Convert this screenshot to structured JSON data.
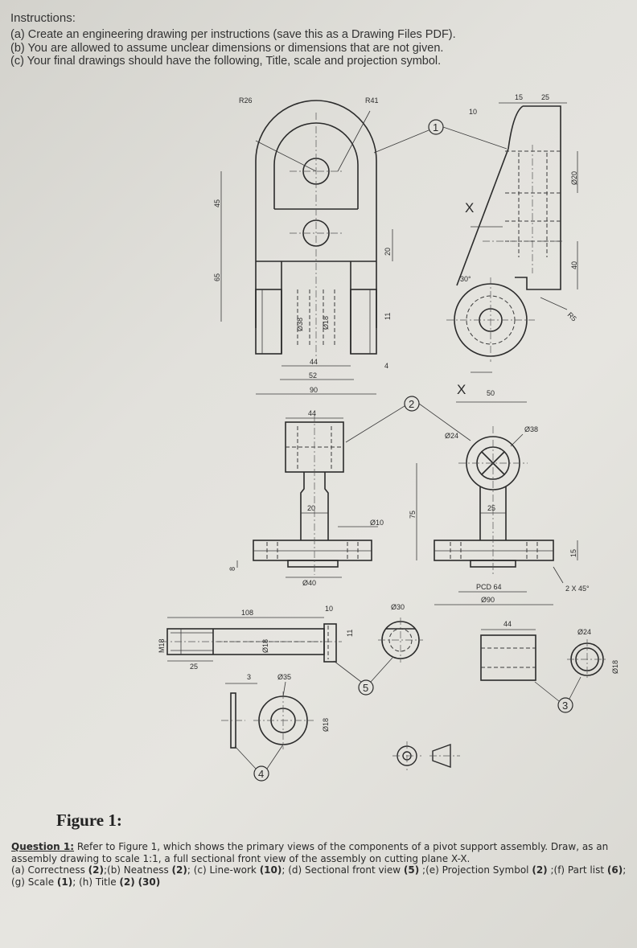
{
  "instructions": {
    "heading": "Instructions:",
    "items": [
      "(a) Create an engineering drawing per instructions (save this as a Drawing Files PDF).",
      "(b) You are allowed to assume unclear dimensions or dimensions that are not given.",
      "(c) Your final drawings should have the following, Title, scale and projection symbol."
    ]
  },
  "drawing": {
    "part_numbers": [
      "1",
      "2",
      "3",
      "4",
      "5"
    ],
    "section_label": "X",
    "part1_dims": {
      "r26": "R26",
      "r41": "R41",
      "d45": "45",
      "d65": "65",
      "d20": "20",
      "d11": "11",
      "d38": "Ø38",
      "d18": "Ø18",
      "d44": "44",
      "d52": "52",
      "d90": "90",
      "d4": "4",
      "d10": "10",
      "d15": "15",
      "d25": "25",
      "d20dia": "Ø20",
      "d40": "40",
      "r5": "R5",
      "a30": "30°",
      "d50": "50"
    },
    "part2_dims": {
      "d44": "44",
      "d20": "20",
      "d10": "Ø10",
      "d40": "Ø40",
      "d8": "8",
      "d75": "75",
      "d24": "Ø24",
      "d38": "Ø38",
      "d25": "25",
      "d15": "15",
      "pcd": "PCD 64",
      "d90": "Ø90",
      "chamfer": "2 X 45°"
    },
    "part5_dims": {
      "d108": "108",
      "d10": "10",
      "d30": "Ø30",
      "m18": "M18",
      "d18": "Ø18",
      "d11": "11",
      "d25": "25"
    },
    "part4_dims": {
      "d3": "3",
      "d35": "Ø35",
      "d18": "Ø18"
    },
    "part3_dims": {
      "d44": "44",
      "d24": "Ø24",
      "d18": "Ø18"
    }
  },
  "figure_caption": "Figure 1:",
  "question": {
    "label": "Question 1:",
    "text": " Refer to Figure 1, which shows the primary views of the components of a pivot support assembly. Draw, as an assembly drawing to scale 1:1, a full sectional front view of the assembly on cutting plane X-X.",
    "marks": [
      {
        "item": "(a) Correctness ",
        "score": "(2)"
      },
      {
        "item": ";(b) Neatness ",
        "score": "(2)"
      },
      {
        "item": "; (c) Line-work ",
        "score": "(10)"
      },
      {
        "item": "; (d) Sectional front view ",
        "score": "(5)"
      },
      {
        "item": " ;(e) Projection Symbol ",
        "score": "(2)"
      },
      {
        "item": " ;(f) Part list ",
        "score": "(6)"
      },
      {
        "item": "; (g) Scale ",
        "score": "(1)"
      },
      {
        "item": "; (h) Title ",
        "score": "(2)"
      },
      {
        "item": " ",
        "score": "(30)"
      }
    ]
  }
}
